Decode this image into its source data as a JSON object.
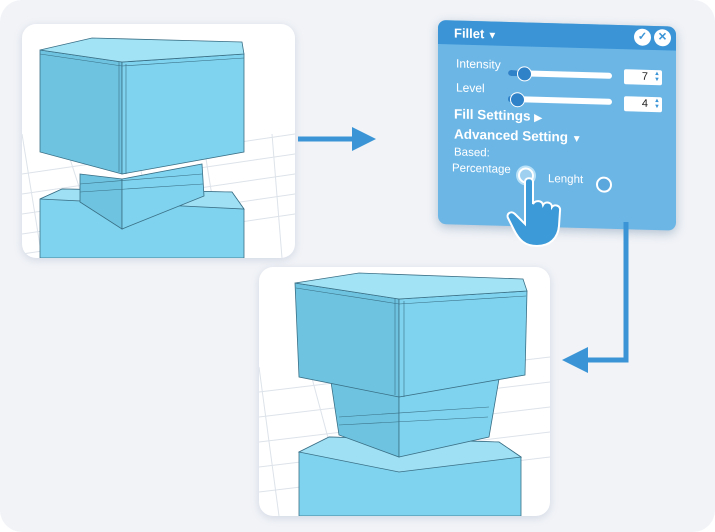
{
  "fillet_panel": {
    "title": "Fillet",
    "intensity": {
      "label": "Intensity",
      "value": "7",
      "slider_fraction": 0.12
    },
    "level": {
      "label": "Level",
      "value": "4",
      "slider_fraction": 0.05
    },
    "fill_settings": "Fill Settings",
    "advanced_setting": "Advanced Setting",
    "based_label": "Based:",
    "options": [
      {
        "label": "Percentage",
        "selected": true
      },
      {
        "label": "Lenght",
        "selected": false
      }
    ]
  },
  "colors": {
    "model": "#7fd3ee",
    "panel": "#6cb6e6",
    "panel_header": "#3a94d6",
    "arrow": "#3a94d6",
    "hand": "#3d9ad8"
  },
  "icons": [
    "confirm-check-icon",
    "close-icon",
    "pointing-hand-icon",
    "arrow-icon"
  ]
}
